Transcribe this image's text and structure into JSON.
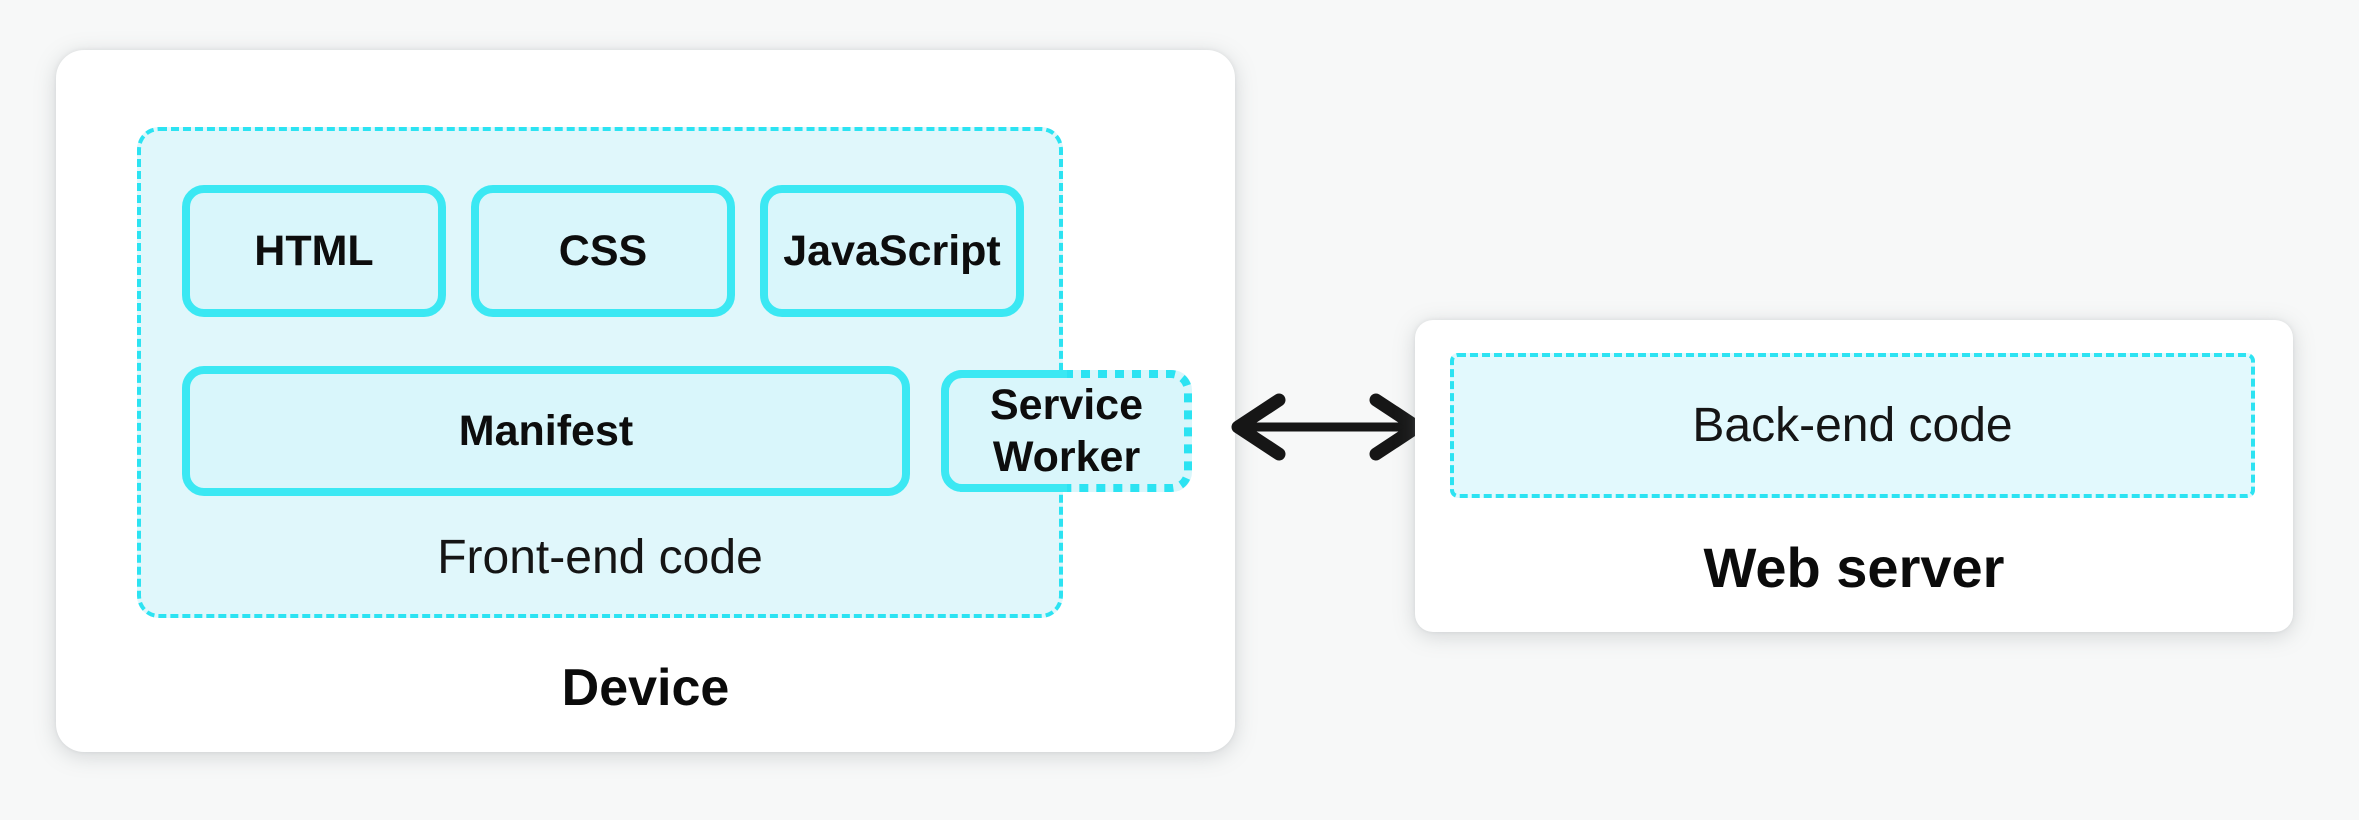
{
  "colors": {
    "page_bg": "#f7f8f8",
    "card_bg": "#ffffff",
    "cyan_solid_border": "#3be8f3",
    "cyan_dashed_border": "#2ce3f2",
    "container_fill": "#e0f7fb",
    "box_fill": "#d9f6fb",
    "backend_fill": "#e2f9fd",
    "text": "#111111",
    "arrow": "#161616"
  },
  "device": {
    "label": "Device",
    "front_end": {
      "label": "Front-end code",
      "boxes": [
        {
          "label": "HTML"
        },
        {
          "label": "CSS"
        },
        {
          "label": "JavaScript"
        }
      ],
      "manifest": {
        "label": "Manifest"
      },
      "service_worker": {
        "label": "Service Worker"
      }
    }
  },
  "connection": {
    "type": "bidirectional-arrow"
  },
  "web_server": {
    "label": "Web server",
    "back_end": {
      "label": "Back-end code"
    }
  }
}
